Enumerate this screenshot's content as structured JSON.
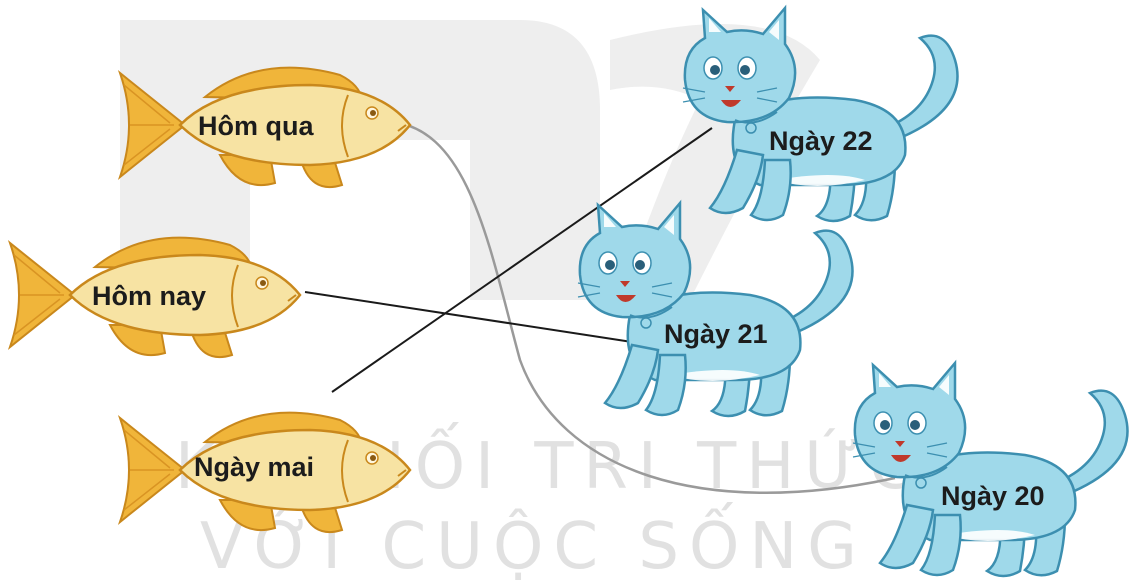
{
  "watermark": {
    "line1": "KẾT NỐI TRI THỨC",
    "line2": "VỚI CUỘC SỐNG"
  },
  "fish": [
    {
      "label": "Hôm qua"
    },
    {
      "label": "Hôm nay"
    },
    {
      "label": "Ngày mai"
    }
  ],
  "cats": [
    {
      "label": "Ngày 22"
    },
    {
      "label": "Ngày 21"
    },
    {
      "label": "Ngày 20"
    }
  ],
  "connections": [
    {
      "from": "Hôm qua",
      "to": "Ngày 20"
    },
    {
      "from": "Hôm nay",
      "to": "Ngày 21"
    },
    {
      "from": "Ngày mai",
      "to": "Ngày 22"
    }
  ],
  "colors": {
    "fish_body": "#f7e3a3",
    "fish_fin": "#f0b53a",
    "fish_outline": "#c9881c",
    "cat_body": "#9fd9ea",
    "cat_outline": "#3c8fb0",
    "line_curve": "#9a9a9a",
    "line_straight": "#1a1a1a"
  }
}
